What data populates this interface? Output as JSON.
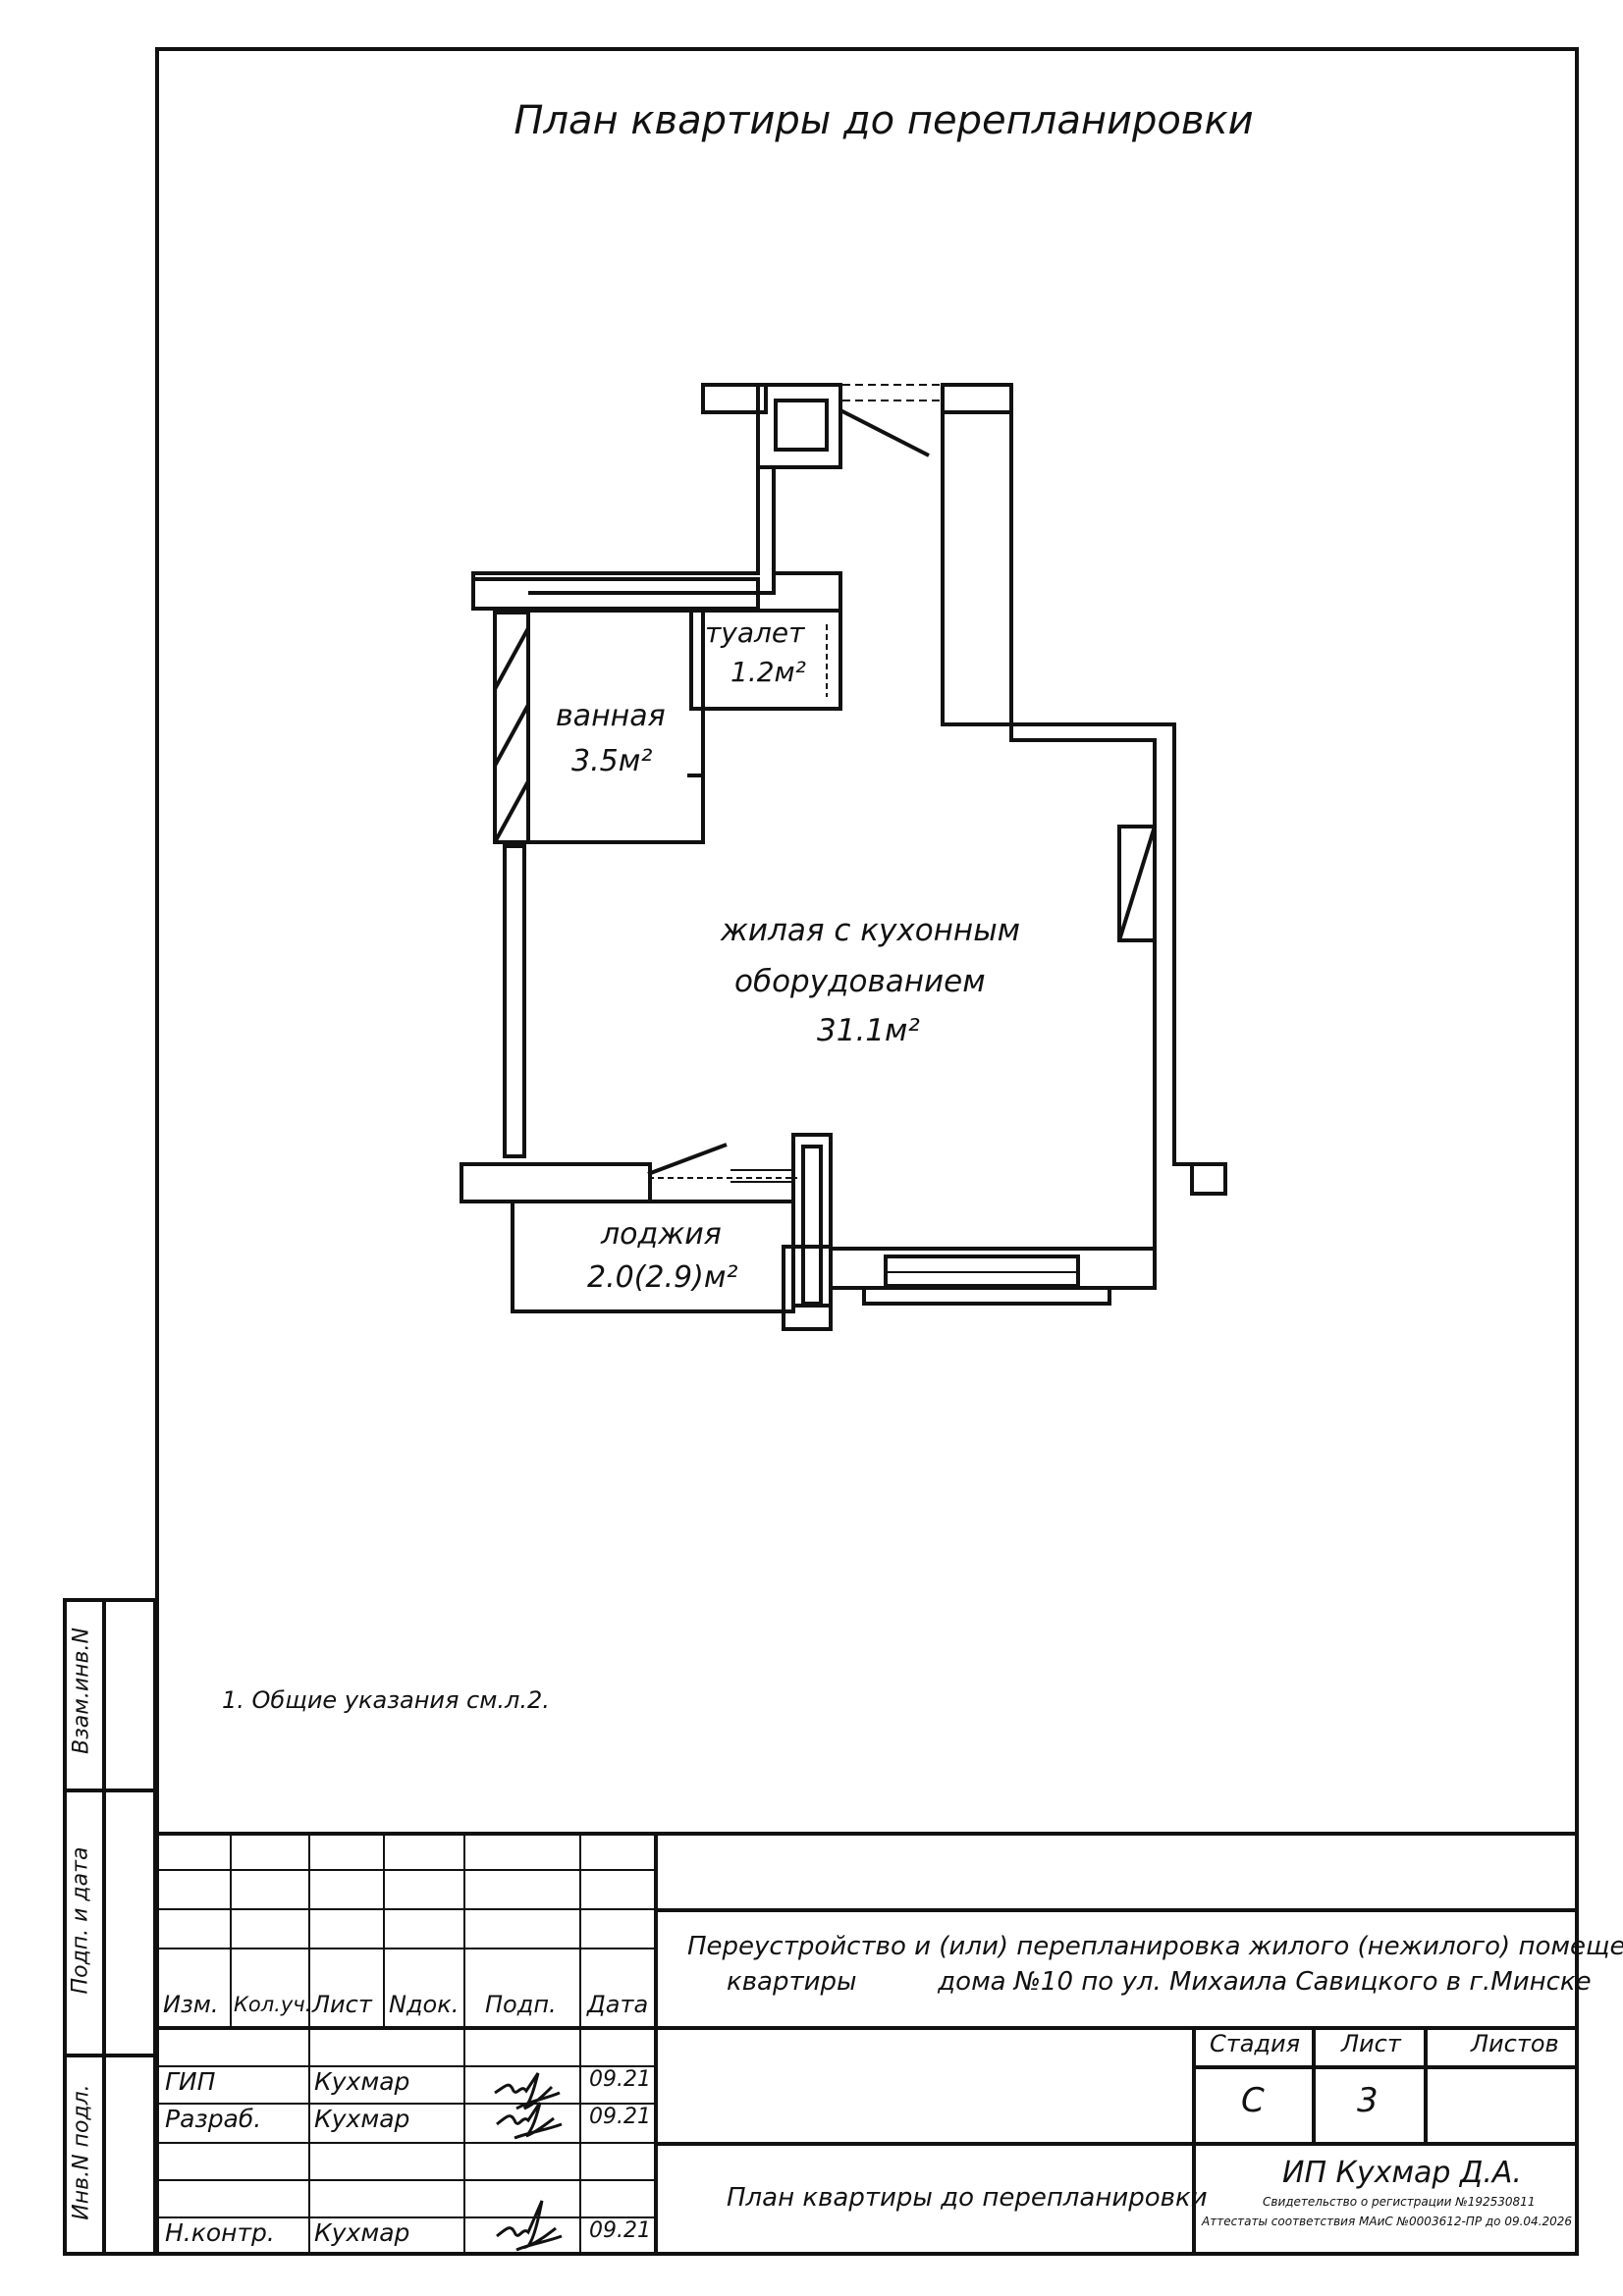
{
  "title": "План квартиры до перепланировки",
  "rooms": {
    "toilet": {
      "name": "туалет",
      "area": "1.2м²"
    },
    "bath": {
      "name": "ванная",
      "area": "3.5м²"
    },
    "living": {
      "name_line1": "жилая с кухонным",
      "name_line2": "оборудованием",
      "area": "31.1м²"
    },
    "loggia": {
      "name": "лоджия",
      "area": "2.0(2.9)м²"
    }
  },
  "note": "1.  Общие указания см.л.2.",
  "side_labels": {
    "vzam": "Взам.инв.N",
    "podp_data": "Подп. и дата",
    "inv_podl": "Инв.N подл."
  },
  "stamp": {
    "headers": [
      "Изм.",
      "Кол.уч.",
      "Лист",
      "Nдок.",
      "Подп.",
      "Дата"
    ],
    "rows": [
      {
        "role": "ГИП",
        "name": "Кухмар",
        "date": "09.21"
      },
      {
        "role": "Разраб.",
        "name": "Кухмар",
        "date": "09.21"
      },
      {
        "role": "Н.контр.",
        "name": "Кухмар",
        "date": "09.21"
      }
    ],
    "project_title_line1": "Переустройство и (или) перепланировка жилого (нежилого) помещения",
    "project_title_line2": "квартиры          дома №10 по ул. Михаила Савицкого в г.Минске",
    "stage_header": "Стадия",
    "sheet_header": "Лист",
    "sheets_header": "Листов",
    "stage_value": "С",
    "sheet_value": "3",
    "sheets_value": "",
    "drawing_title": "План квартиры до перепланировки",
    "company": "ИП Кухмар Д.А.",
    "reg_line": "Свидетельство о регистрации №192530811",
    "att_line": "Аттестаты соответствия МАиС №0003612-ПР до 09.04.2026"
  }
}
